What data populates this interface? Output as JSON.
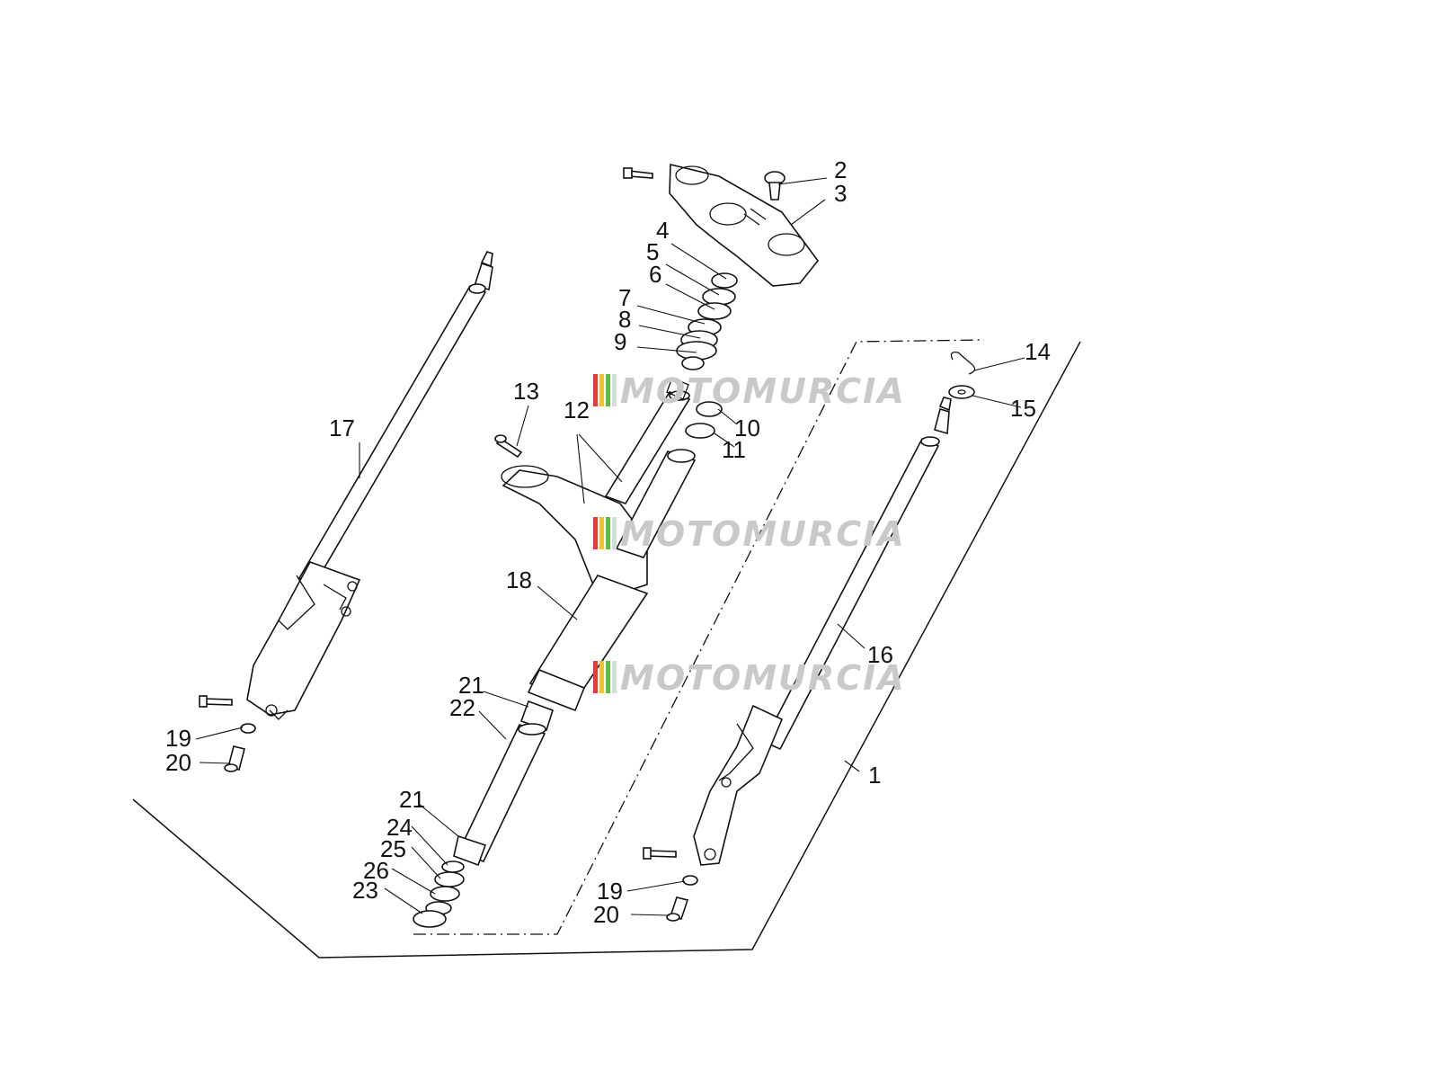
{
  "diagram": {
    "part_labels": [
      "2",
      "3",
      "4",
      "5",
      "6",
      "7",
      "8",
      "9",
      "10",
      "11",
      "12",
      "13",
      "14",
      "15",
      "16",
      "17",
      "18",
      "19",
      "20",
      "21",
      "22",
      "23",
      "24",
      "25",
      "26",
      "1"
    ],
    "lower_labels": {
      "left_19": "19",
      "left_20": "20",
      "right_19": "19",
      "right_20": "20",
      "l21b": "21"
    },
    "watermark": "MOTOMURCIA",
    "watermark_colors": [
      "#e83b3b",
      "#f2c230",
      "#5dbb4a",
      "#d9d9d9"
    ]
  }
}
